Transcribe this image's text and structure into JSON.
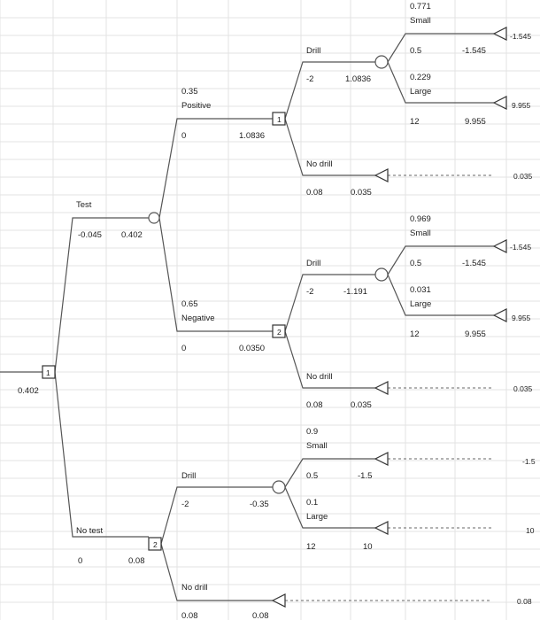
{
  "root": {
    "value": "0.402",
    "node_id": "1"
  },
  "test": {
    "label": "Test",
    "cost": "-0.045",
    "value": "0.402",
    "positive": {
      "prob": "0.35",
      "label": "Positive",
      "payoff": "0",
      "value": "1.0836",
      "node_id": "1",
      "drill": {
        "label": "Drill",
        "cost": "-2",
        "value": "1.0836",
        "small": {
          "prob": "0.771",
          "label": "Small",
          "payoff": "0.5",
          "cum": "-1.545",
          "end": "-1.545"
        },
        "large": {
          "prob": "0.229",
          "label": "Large",
          "payoff": "12",
          "cum": "9.955",
          "end": "9.955"
        }
      },
      "nodrill": {
        "label": "No drill",
        "payoff": "0.08",
        "cum": "0.035",
        "end": "0.035"
      }
    },
    "negative": {
      "prob": "0.65",
      "label": "Negative",
      "payoff": "0",
      "value": "0.0350",
      "node_id": "2",
      "drill": {
        "label": "Drill",
        "cost": "-2",
        "value": "-1.191",
        "small": {
          "prob": "0.969",
          "label": "Small",
          "payoff": "0.5",
          "cum": "-1.545",
          "end": "-1.545"
        },
        "large": {
          "prob": "0.031",
          "label": "Large",
          "payoff": "12",
          "cum": "9.955",
          "end": "9.955"
        }
      },
      "nodrill": {
        "label": "No drill",
        "payoff": "0.08",
        "cum": "0.035",
        "end": "0.035"
      }
    }
  },
  "notest": {
    "label": "No test",
    "cost": "0",
    "value": "0.08",
    "node_id": "2",
    "drill": {
      "label": "Drill",
      "cost": "-2",
      "value": "-0.35",
      "small": {
        "prob": "0.9",
        "label": "Small",
        "payoff": "0.5",
        "cum": "-1.5",
        "end": "-1.5"
      },
      "large": {
        "prob": "0.1",
        "label": "Large",
        "payoff": "12",
        "cum": "10",
        "end": "10"
      }
    },
    "nodrill": {
      "label": "No drill",
      "payoff": "0.08",
      "cum": "0.08",
      "end": "0.08"
    }
  }
}
